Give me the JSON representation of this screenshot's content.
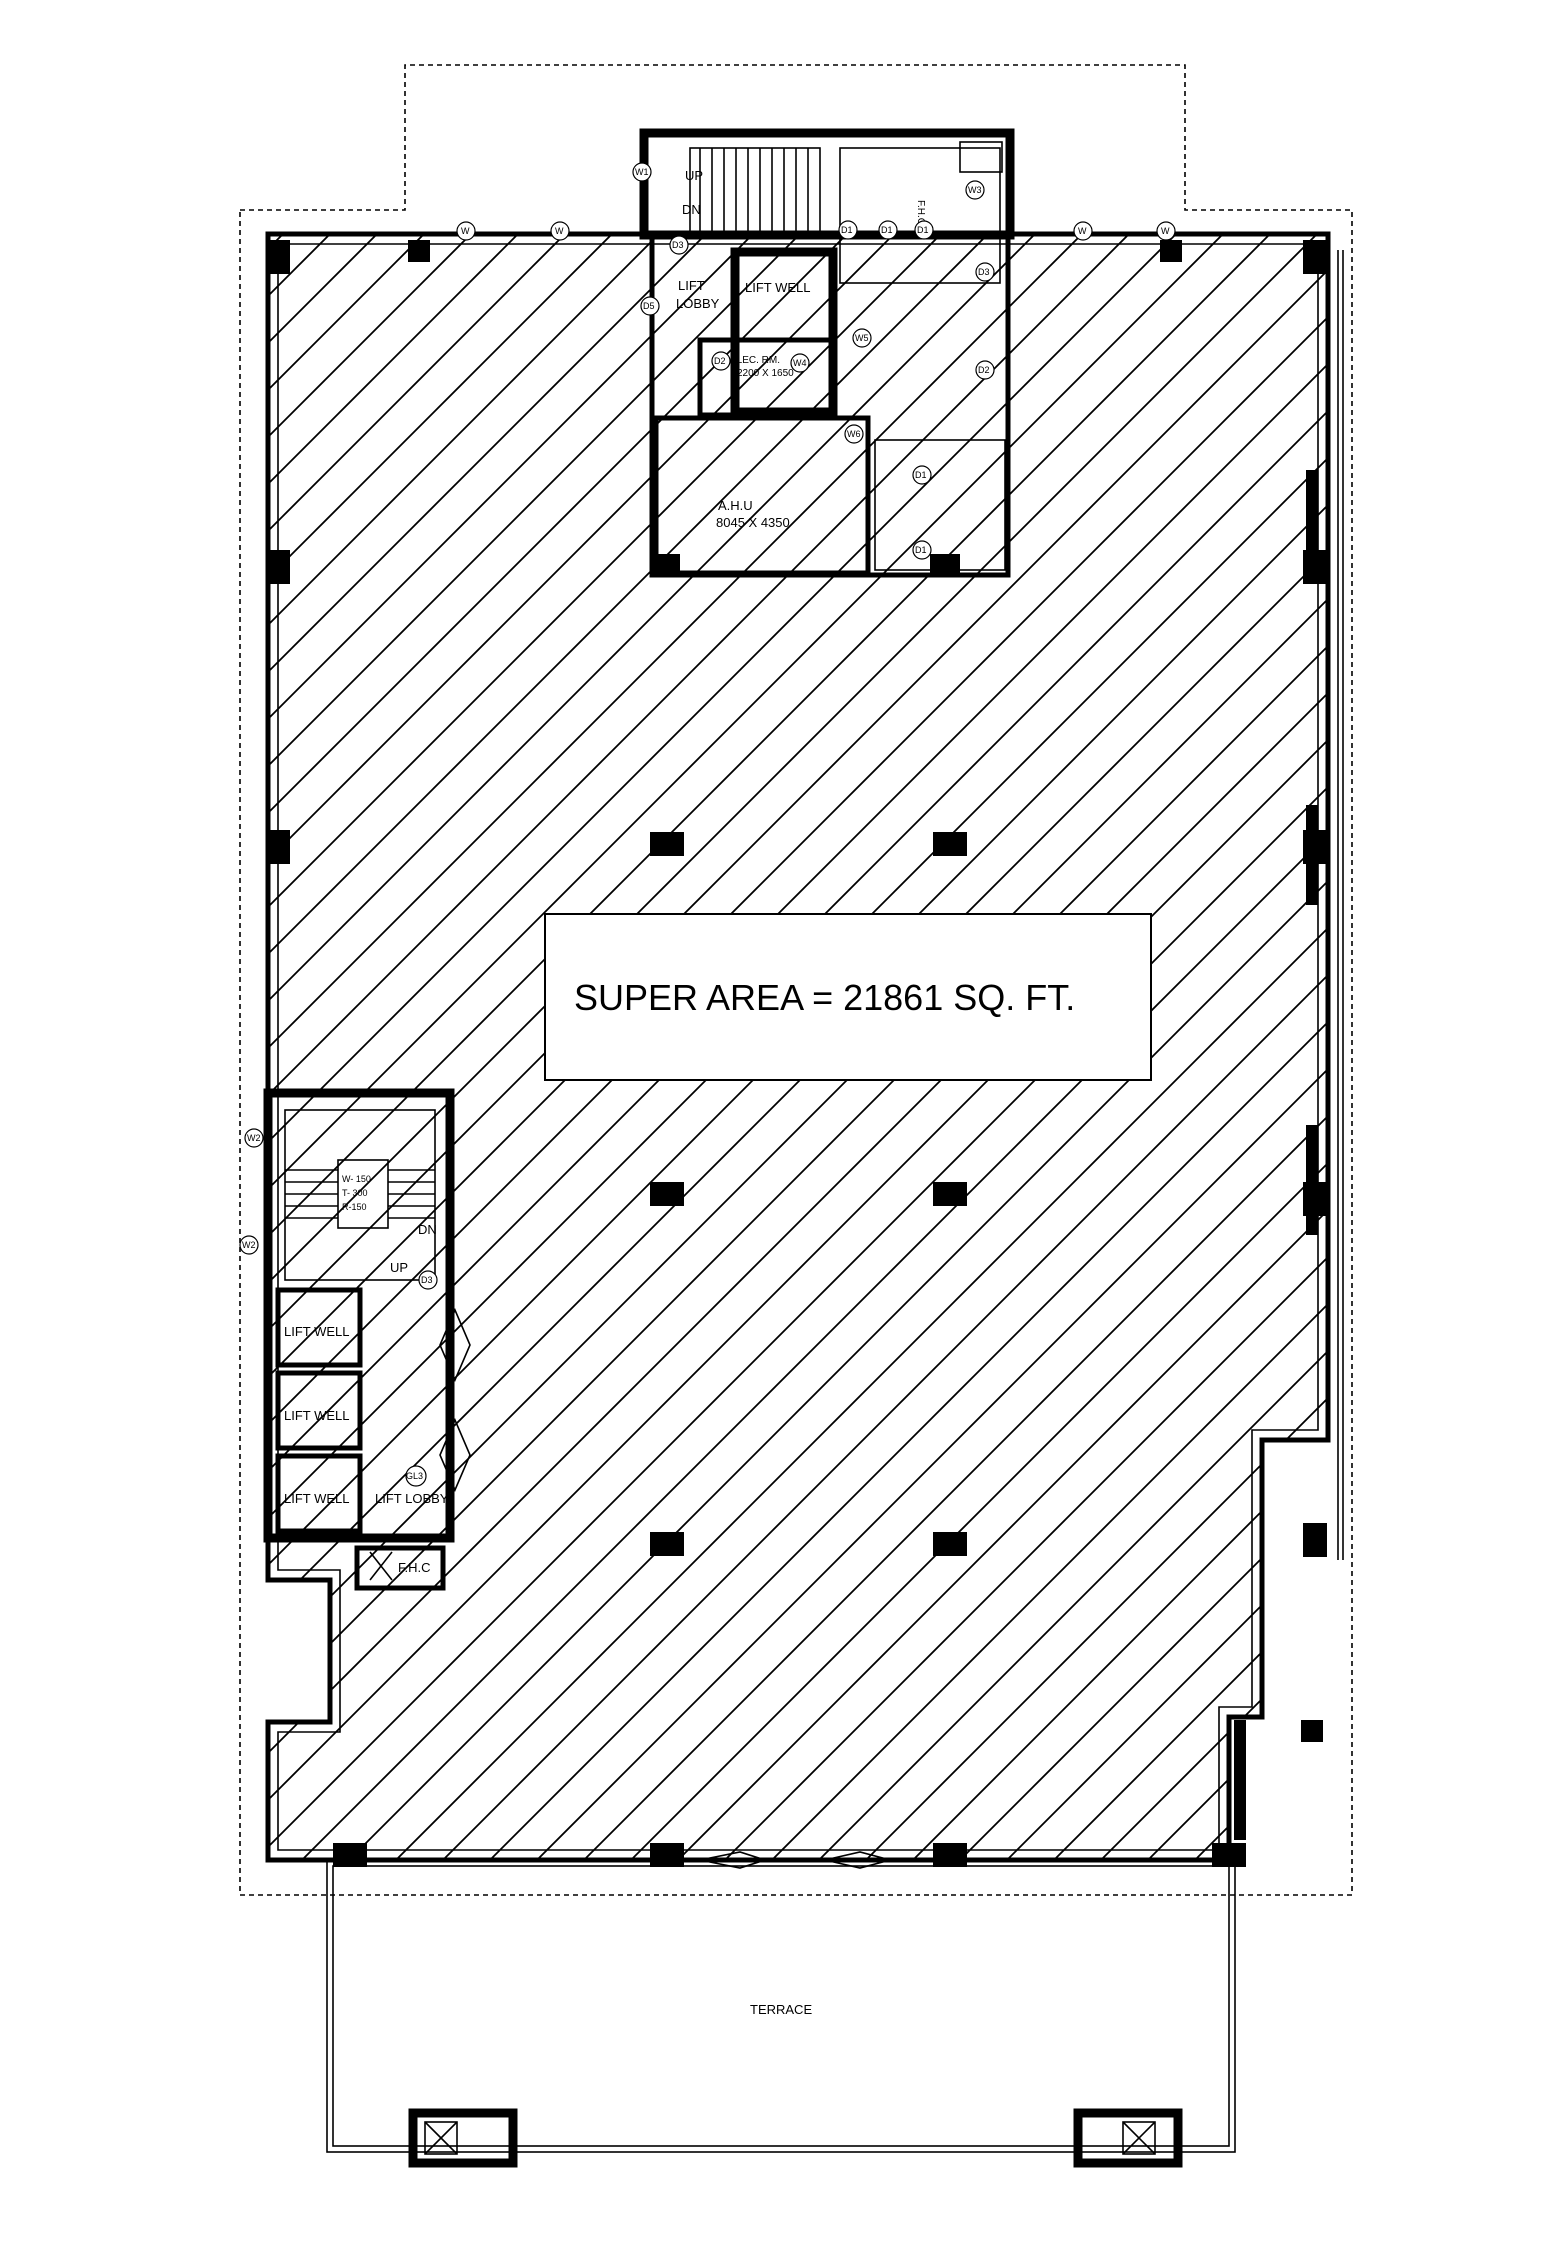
{
  "area_label": "SUPER AREA = 21861 SQ. FT.",
  "rooms": {
    "lift_lobby_top_1": "LIFT",
    "lift_lobby_top_2": "LOBBY",
    "lift_well_top": "LIFT WELL",
    "elec_room_1": "ELEC. RM.",
    "elec_room_2": "2200 X 1650",
    "ahu_1": "A.H.U",
    "ahu_2": "8045 X 4350",
    "fhc_top": "F.H.C",
    "lift_well_1": "LIFT WELL",
    "lift_well_2": "LIFT WELL",
    "lift_well_3": "LIFT WELL",
    "lift_lobby_bottom": "LIFT LOBBY",
    "fhc_bottom": "F.H.C",
    "terrace": "TERRACE",
    "stair_note_1": "W- 150",
    "stair_note_2": "T- 300",
    "stair_note_3": "R-150"
  },
  "stairs": {
    "top_up": "UP",
    "top_dn": "DN",
    "bottom_dn": "DN",
    "bottom_up": "UP"
  },
  "tags": {
    "w": "W",
    "w1": "W1",
    "w2": "W2",
    "w3": "W3",
    "w4": "W4",
    "w5": "W5",
    "w6": "W6",
    "d1": "D1",
    "d2": "D2",
    "d3": "D3",
    "d5": "D5",
    "gl3": "GL3"
  }
}
